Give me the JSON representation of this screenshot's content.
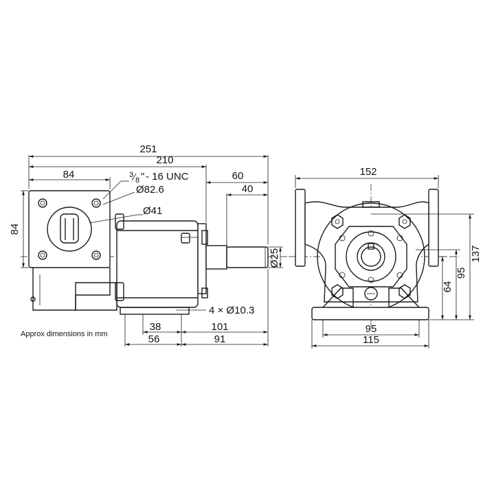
{
  "note": "Approx dimensions in mm",
  "side_view": {
    "dim_overall": "251",
    "dim_width": "210",
    "dim_flange_width": "84",
    "dim_flange_height": "84",
    "thread": "- 16 UNC",
    "thread_num": "3",
    "thread_den": "8",
    "thread_inch": "\"",
    "dim_bolt_circle": "Ø82.6",
    "dim_port": "Ø41",
    "dim_shaft_len": "60",
    "dim_shaft_key": "40",
    "dim_shaft_dia": "Ø25",
    "dim_mount_holes": "4 × Ø10.3",
    "dim_foot_38": "38",
    "dim_foot_101": "101",
    "dim_foot_56": "56",
    "dim_foot_91": "91"
  },
  "front_view": {
    "dim_width": "152",
    "dim_height": "137",
    "dim_95_v": "95",
    "dim_64": "64",
    "dim_95_h": "95",
    "dim_115": "115"
  }
}
